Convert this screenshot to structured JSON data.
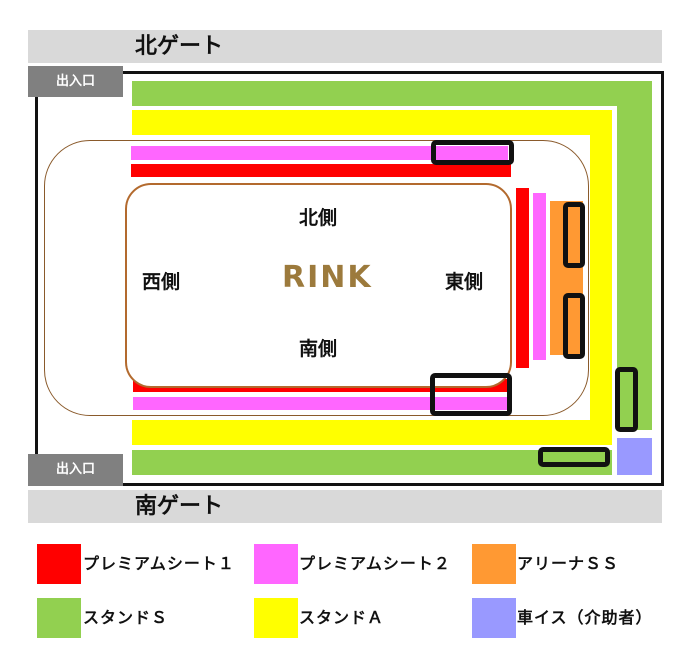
{
  "gates": {
    "north": "北ゲート",
    "south": "南ゲート"
  },
  "entrances": {
    "top": "出入口",
    "bottom": "出入口"
  },
  "rink": {
    "label": "RINK",
    "label_color": "#9c7a3c",
    "sides": {
      "north": "北側",
      "south": "南側",
      "west": "西側",
      "east": "東側"
    }
  },
  "colors": {
    "premium1": "#ff0000",
    "premium2": "#ff66ff",
    "arena_ss": "#ff9933",
    "stand_s": "#92d050",
    "stand_a": "#ffff00",
    "wheelchair": "#9999ff",
    "gate_bg": "#d9d9d9",
    "entrance_bg": "#808080",
    "rink_border": "#b36a2e"
  },
  "legend": [
    {
      "key": "premium1",
      "label": "プレミアムシート１",
      "color": "#ff0000"
    },
    {
      "key": "premium2",
      "label": "プレミアムシート２",
      "color": "#ff66ff"
    },
    {
      "key": "arena_ss",
      "label": "アリーナＳＳ",
      "color": "#ff9933"
    },
    {
      "key": "stand_s",
      "label": "スタンドＳ",
      "color": "#92d050"
    },
    {
      "key": "stand_a",
      "label": "スタンドＡ",
      "color": "#ffff00"
    },
    {
      "key": "wheelchair",
      "label": "車イス（介助者）",
      "color": "#9999ff"
    }
  ]
}
